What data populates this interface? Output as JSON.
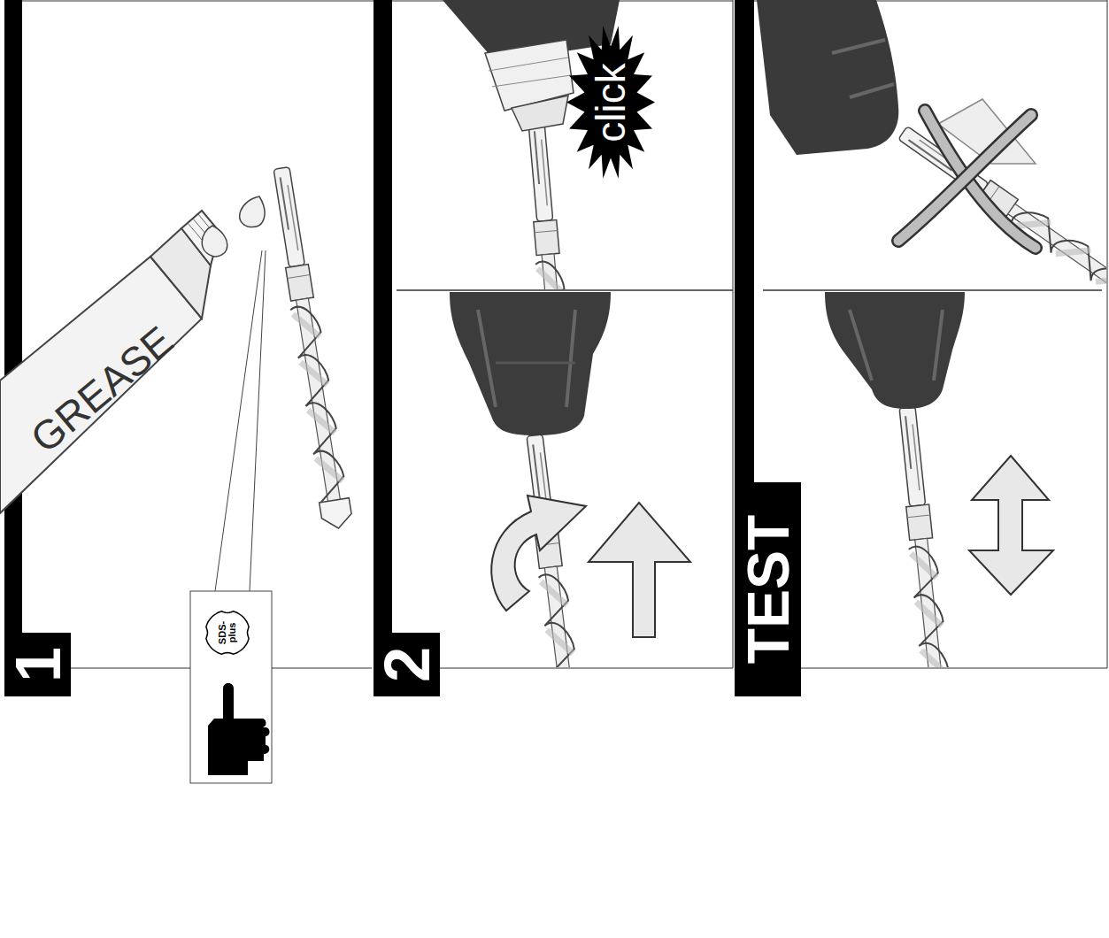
{
  "diagram": {
    "nodes": [
      {
        "text": [
          "1"
        ]
      },
      {
        "text": [
          "2"
        ]
      },
      {
        "text": [
          "TEST"
        ]
      },
      {
        "text": [
          "click"
        ]
      },
      {
        "text": [
          "SDS- plus"
        ]
      }
    ],
    "labels": [
      "GREASE"
    ]
  }
}
